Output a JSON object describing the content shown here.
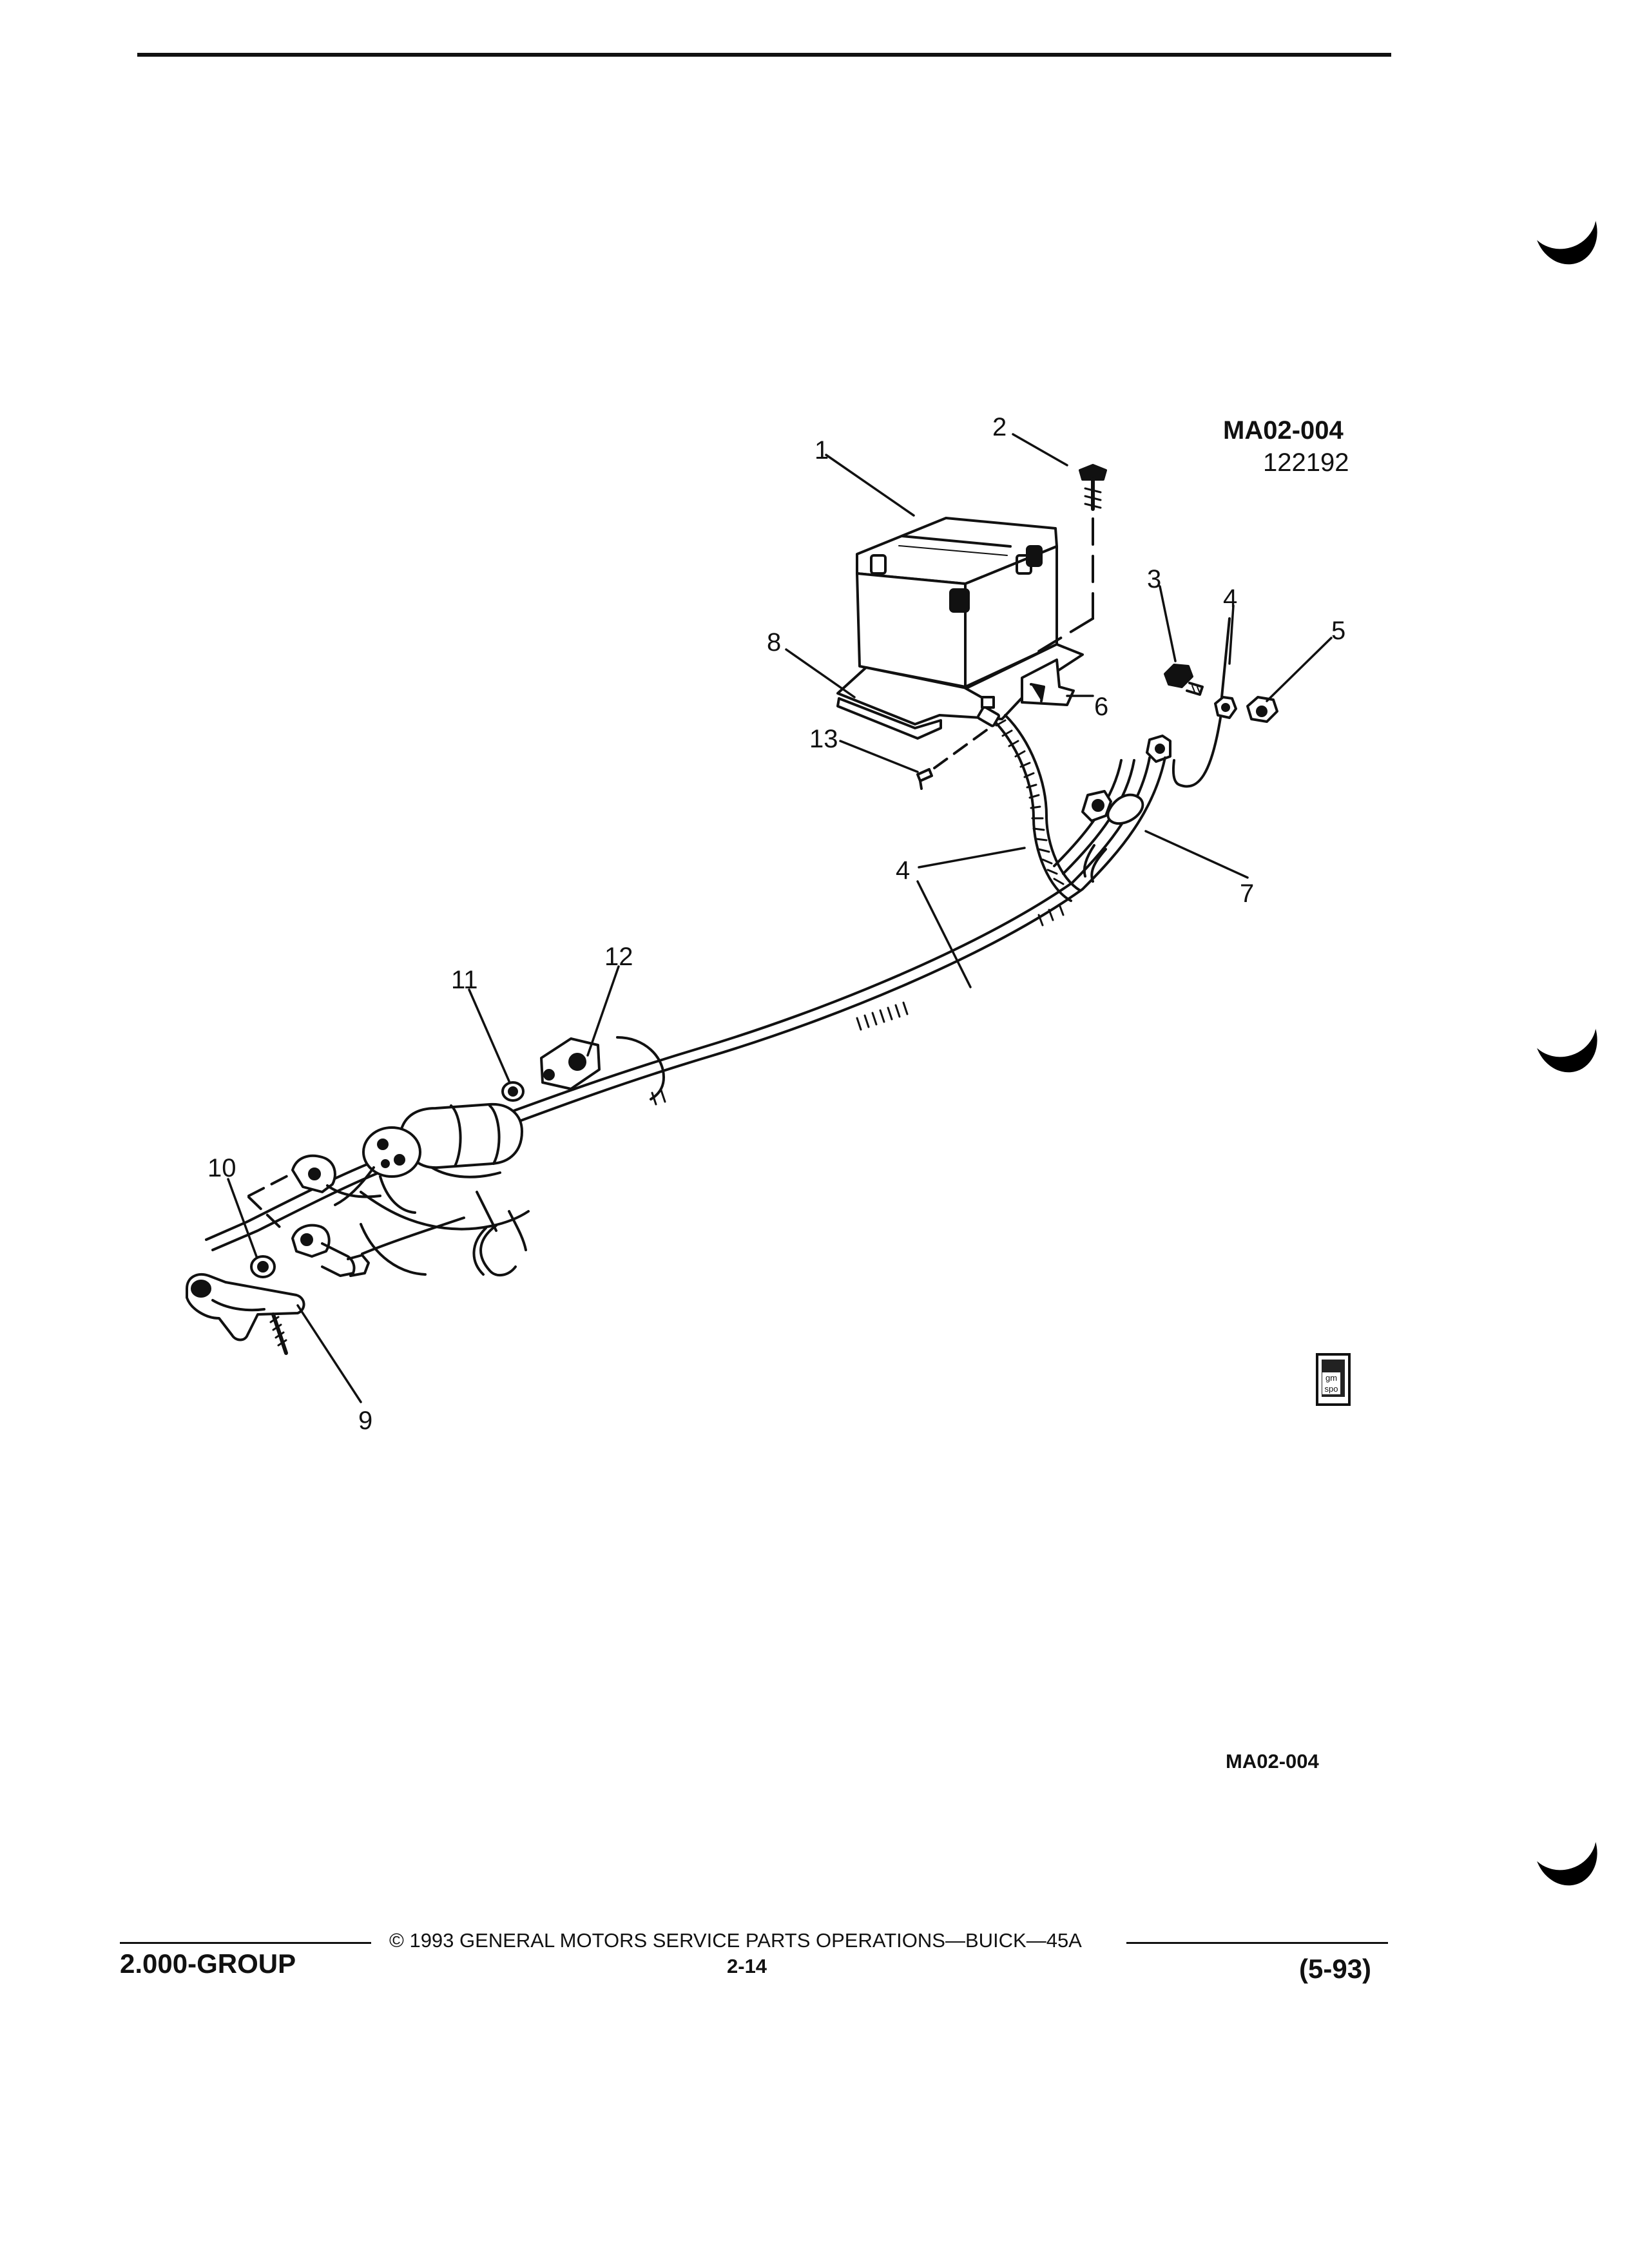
{
  "header": {
    "drawing_code": "MA02-004",
    "drawing_date": "122192"
  },
  "callouts": [
    {
      "id": "callout-1",
      "label": "1"
    },
    {
      "id": "callout-2",
      "label": "2"
    },
    {
      "id": "callout-3",
      "label": "3"
    },
    {
      "id": "callout-4-upper",
      "label": "4"
    },
    {
      "id": "callout-5",
      "label": "5"
    },
    {
      "id": "callout-6",
      "label": "6"
    },
    {
      "id": "callout-7",
      "label": "7"
    },
    {
      "id": "callout-8",
      "label": "8"
    },
    {
      "id": "callout-13",
      "label": "13"
    },
    {
      "id": "callout-4-lower",
      "label": "4"
    },
    {
      "id": "callout-12",
      "label": "12"
    },
    {
      "id": "callout-11",
      "label": "11"
    },
    {
      "id": "callout-10",
      "label": "10"
    },
    {
      "id": "callout-9",
      "label": "9"
    }
  ],
  "logo": {
    "text_top": "gm",
    "text_bottom": "spo"
  },
  "bottom_code": "MA02-004",
  "footer": {
    "group": "2.000-GROUP",
    "copyright": "© 1993 GENERAL MOTORS SERVICE PARTS OPERATIONS—BUICK—45A",
    "page": "2-14",
    "revision": "(5-93)"
  }
}
